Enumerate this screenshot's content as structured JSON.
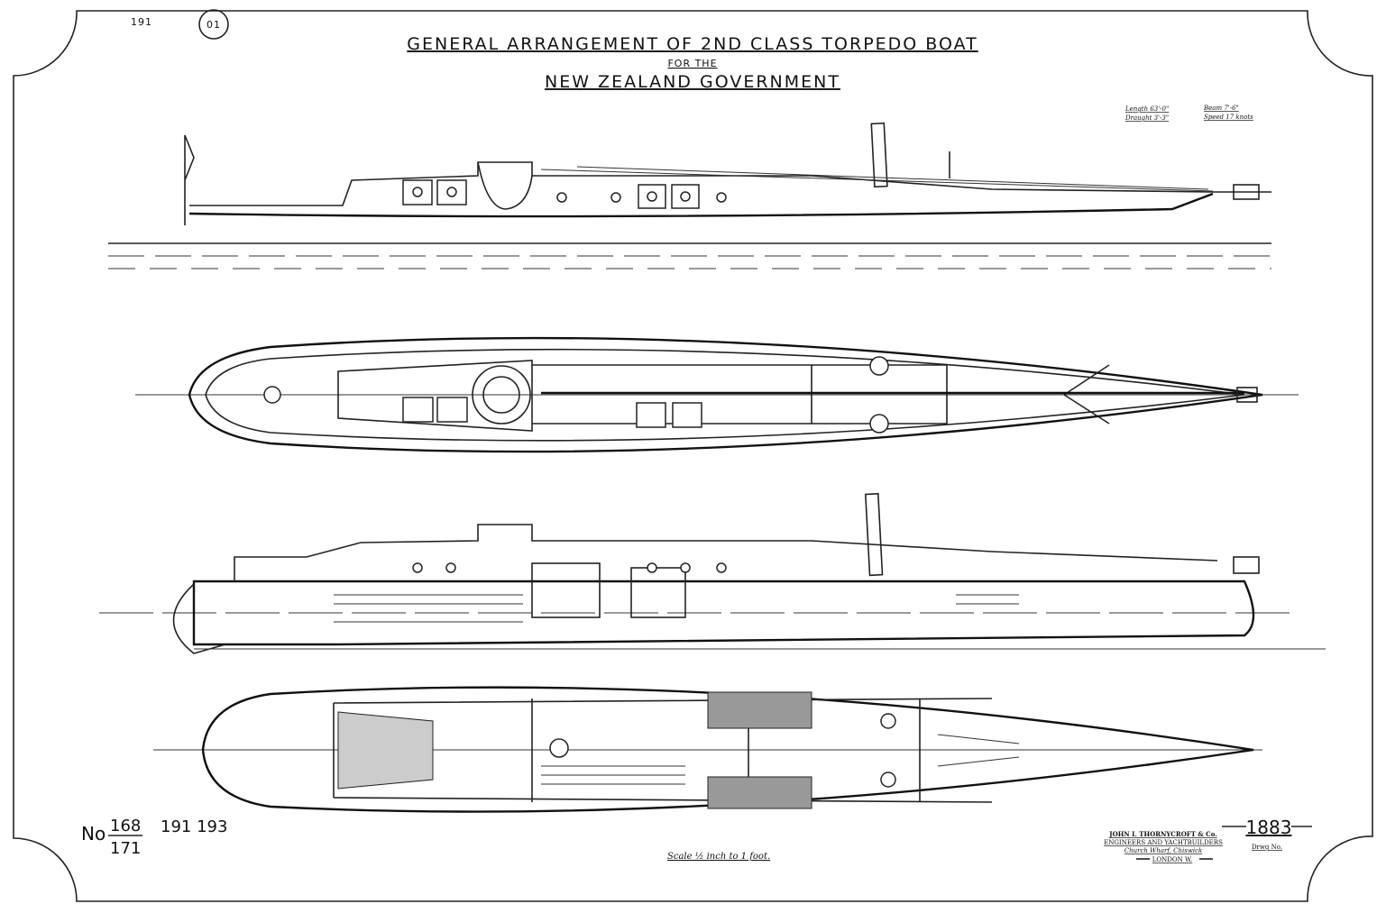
{
  "title": {
    "line1": "GENERAL  ARRANGEMENT OF  2ND CLASS  TORPEDO  BOAT",
    "line2": "FOR      THE",
    "line3": "NEW  ZEALAND GOVERNMENT"
  },
  "specs": {
    "length": "Length 63'-0\"",
    "beam": "Beam 7'-6\"",
    "draught": "Draught 3'-3\"",
    "speed": "Speed 17 knots"
  },
  "stamp": {
    "number": "01",
    "corner_note": "191"
  },
  "drawing_numbers": {
    "prefix": "No",
    "top": "168",
    "bottom": "171",
    "others": "191  193"
  },
  "scale_note": "Scale ½ inch to 1 foot.",
  "maker": {
    "name": "JOHN I. THORNYCROFT & Co.",
    "trade": "ENGINEERS AND YACHTBUILDERS",
    "address": "Church Wharf, Chiswick",
    "city": "LONDON W."
  },
  "year": "1883",
  "year_note": "Drwg No."
}
